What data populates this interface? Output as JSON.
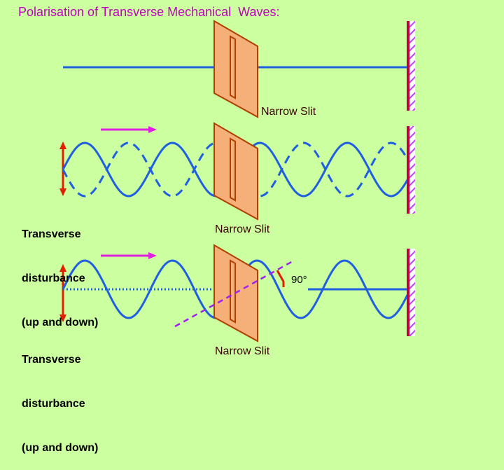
{
  "title": "Polarisation of Transverse Mechanical  Waves:",
  "slit_labels": [
    "Narrow Slit",
    "Narrow Slit",
    "Narrow Slit"
  ],
  "disturbance_label": {
    "line1": "Transverse",
    "line2": "disturbance",
    "line3": "(up and down)"
  },
  "angle_label": "90°",
  "colors": {
    "background": "#ccffa0",
    "title": "#c000c0",
    "wave": "#1f5fe0",
    "arrow_direction": "#e020e0",
    "arrow_disturbance": "#e02000",
    "slit_fill": "#f5b07a",
    "slit_border": "#b04000",
    "wall": "#c00040",
    "wall_hatch": "#c040ff"
  }
}
